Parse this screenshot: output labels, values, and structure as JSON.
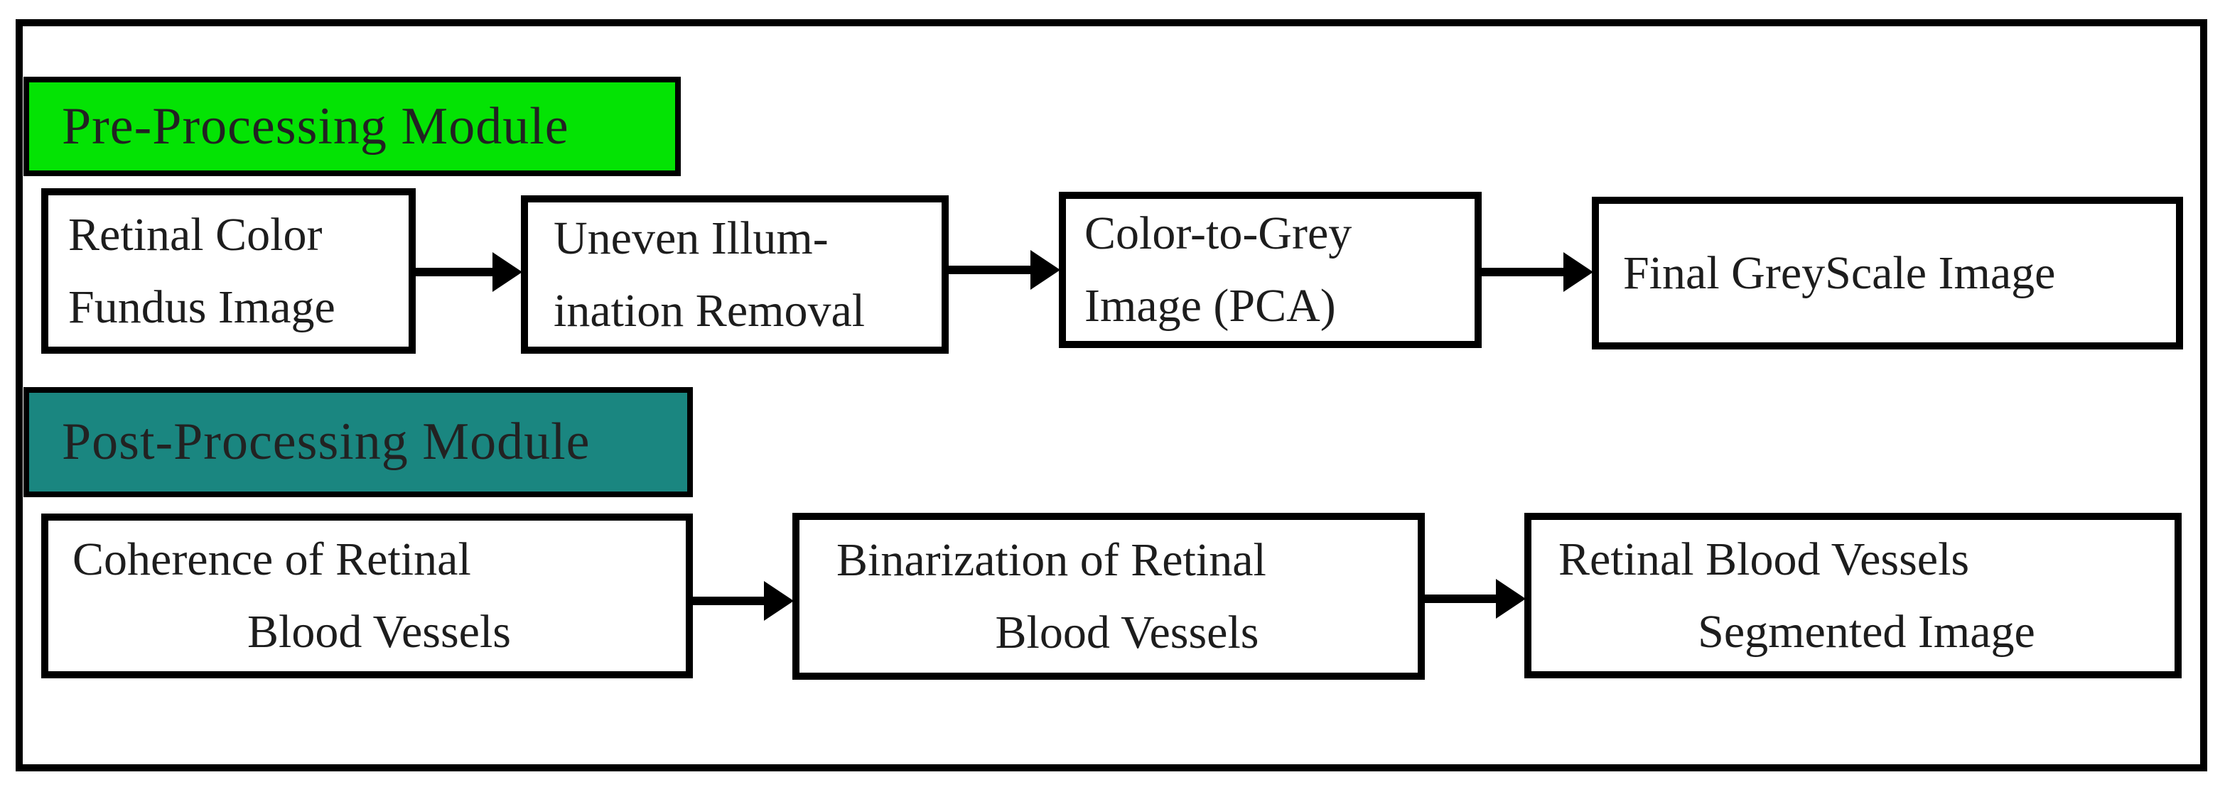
{
  "diagram": {
    "title_context": "Retinal blood vessel segmentation pipeline flowchart",
    "colors": {
      "pre_module_fill": "#04E304",
      "post_module_fill": "#1A8680",
      "box_border": "#000000",
      "text": "#1d1d1d"
    },
    "pre_module": {
      "label": "Pre-Processing Module"
    },
    "post_module": {
      "label": "Post-Processing Module"
    },
    "pre_steps": [
      {
        "lines": [
          "Retinal Color",
          "Fundus Image"
        ]
      },
      {
        "lines": [
          "Uneven Illum-",
          "ination Removal"
        ]
      },
      {
        "lines": [
          "Color-to-Grey",
          "Image (PCA)"
        ]
      },
      {
        "lines": [
          "Final GreyScale Image"
        ]
      }
    ],
    "post_steps": [
      {
        "lines": [
          "Coherence of Retinal",
          "Blood Vessels"
        ]
      },
      {
        "lines": [
          "Binarization of Retinal",
          "Blood Vessels"
        ]
      },
      {
        "lines": [
          "Retinal Blood Vessels",
          "Segmented Image"
        ]
      }
    ]
  }
}
